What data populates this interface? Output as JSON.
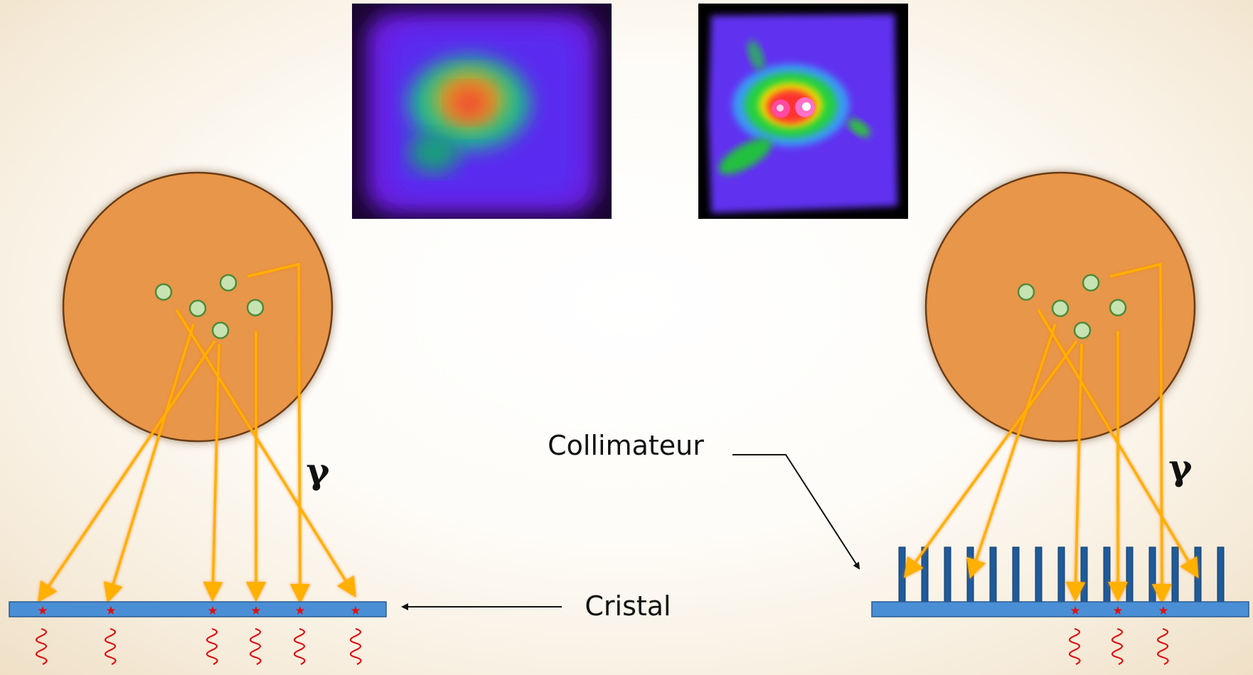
{
  "labels": {
    "collimator": "Collimateur",
    "crystal": "Cristal",
    "gamma_left": "γ",
    "gamma_right": "γ"
  },
  "colors": {
    "body": "#e8964a",
    "body_stroke": "#6b3a14",
    "source": "#c7e3b2",
    "source_stroke": "#4f8a3a",
    "ray": "#ffb000",
    "crystal": "#4a8fd6",
    "collimator": "#1f5a9a",
    "scintillation": "#e01010"
  },
  "images": [
    {
      "name": "blurred-scintigraphy-image",
      "style": "blurred"
    },
    {
      "name": "sharp-scintigraphy-image",
      "style": "sharp"
    }
  ]
}
